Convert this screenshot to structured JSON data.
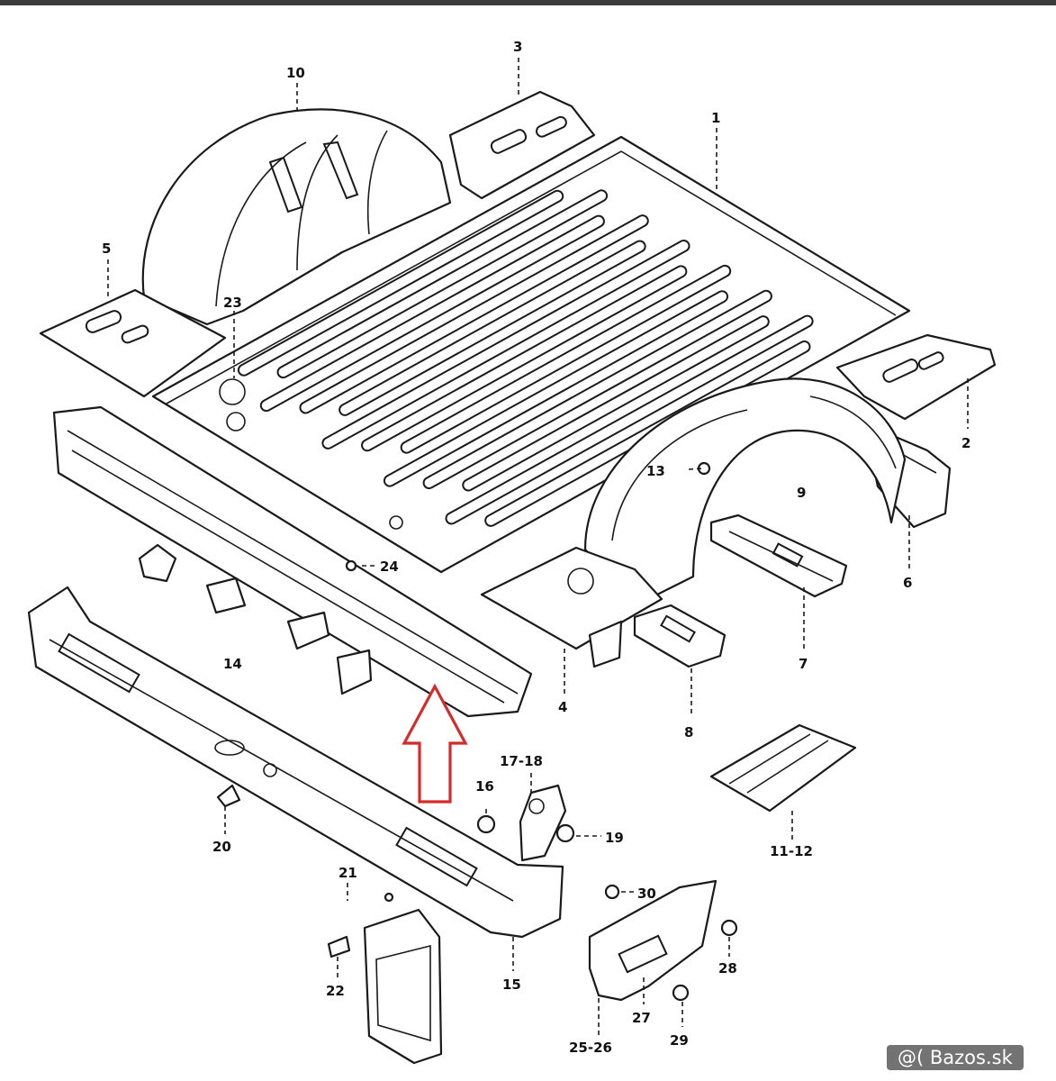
{
  "diagram": {
    "parts": [
      {
        "id": "1",
        "name": "floor-panel"
      },
      {
        "id": "2",
        "name": "right-corner-bracket"
      },
      {
        "id": "3",
        "name": "rear-corner-bracket"
      },
      {
        "id": "4",
        "name": "front-cross-member"
      },
      {
        "id": "5",
        "name": "left-corner-bracket"
      },
      {
        "id": "6",
        "name": "right-side-sill"
      },
      {
        "id": "7",
        "name": "cross-member-bracket"
      },
      {
        "id": "8",
        "name": "lower-cross-bracket"
      },
      {
        "id": "9",
        "name": "right-wheel-house"
      },
      {
        "id": "10",
        "name": "left-wheel-house"
      },
      {
        "id": "11-12",
        "name": "support-plate"
      },
      {
        "id": "13",
        "name": "grommet"
      },
      {
        "id": "14",
        "name": "inner-sill"
      },
      {
        "id": "15",
        "name": "outer-rocker-panel"
      },
      {
        "id": "17-18",
        "name": "latch-bracket"
      },
      {
        "id": "19",
        "name": "bolt"
      },
      {
        "id": "20",
        "name": "clip"
      },
      {
        "id": "21",
        "name": "screw"
      },
      {
        "id": "22",
        "name": "fastener"
      },
      {
        "id": "23",
        "name": "plug"
      },
      {
        "id": "24",
        "name": "drain-plug"
      },
      {
        "id": "25-26",
        "name": "mud-guard-bracket"
      },
      {
        "id": "27",
        "name": "pad"
      },
      {
        "id": "28",
        "name": "nut"
      },
      {
        "id": "29",
        "name": "nut"
      },
      {
        "id": "30",
        "name": "screw"
      },
      {
        "id": "16",
        "name": "small-bolt"
      }
    ],
    "labels": {
      "l1": "1",
      "l2": "2",
      "l3": "3",
      "l4": "4",
      "l5": "5",
      "l6": "6",
      "l7": "7",
      "l8": "8",
      "l9": "9",
      "l10": "10",
      "l11_12": "11-12",
      "l13": "13",
      "l14": "14",
      "l15": "15",
      "l16": "16",
      "l17_18": "17-18",
      "l19": "19",
      "l20": "20",
      "l21": "21",
      "l22": "22",
      "l23": "23",
      "l24": "24",
      "l25_26": "25-26",
      "l27": "27",
      "l28": "28",
      "l29": "29",
      "l30": "30"
    },
    "highlight_arrow_color": "#d62b2b"
  },
  "watermark": {
    "text": "@( Bazos.sk"
  }
}
